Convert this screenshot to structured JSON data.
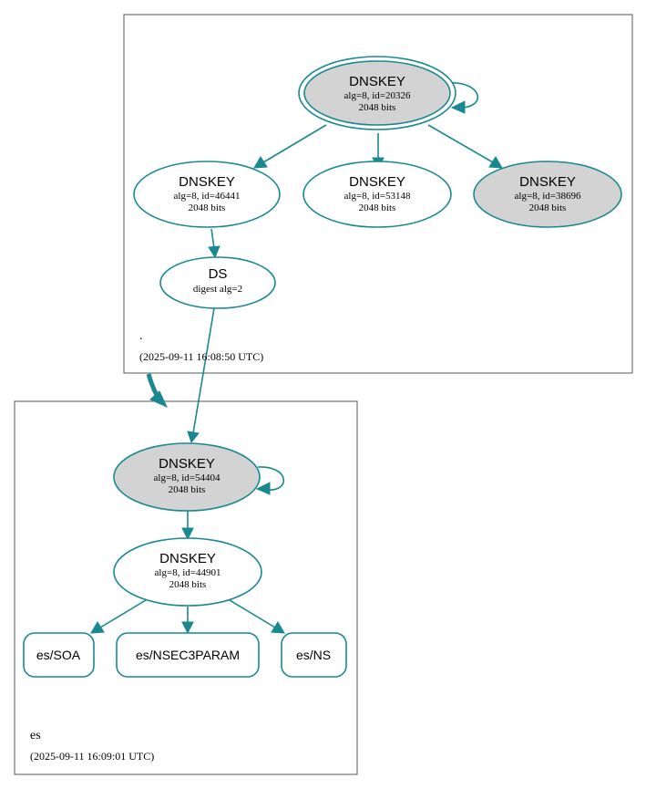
{
  "colors": {
    "edge": "#1a8891",
    "sep_key_fill": "#d3d3d3",
    "plain_fill": "#ffffff",
    "zone_border": "#555555"
  },
  "zones": {
    "root": {
      "name": ".",
      "timestamp": "(2025-09-11 16:08:50 UTC)"
    },
    "es": {
      "name": "es",
      "timestamp": "(2025-09-11 16:09:01 UTC)"
    }
  },
  "nodes": {
    "root_ksk": {
      "title": "DNSKEY",
      "line1": "alg=8, id=20326",
      "line2": "2048 bits"
    },
    "root_zsk_46441": {
      "title": "DNSKEY",
      "line1": "alg=8, id=46441",
      "line2": "2048 bits"
    },
    "root_zsk_53148": {
      "title": "DNSKEY",
      "line1": "alg=8, id=53148",
      "line2": "2048 bits"
    },
    "root_ksk_38696": {
      "title": "DNSKEY",
      "line1": "alg=8, id=38696",
      "line2": "2048 bits"
    },
    "ds": {
      "title": "DS",
      "line1": "digest alg=2"
    },
    "es_ksk": {
      "title": "DNSKEY",
      "line1": "alg=8, id=54404",
      "line2": "2048 bits"
    },
    "es_zsk": {
      "title": "DNSKEY",
      "line1": "alg=8, id=44901",
      "line2": "2048 bits"
    }
  },
  "records": {
    "soa": "es/SOA",
    "nsec3param": "es/NSEC3PARAM",
    "ns": "es/NS"
  }
}
